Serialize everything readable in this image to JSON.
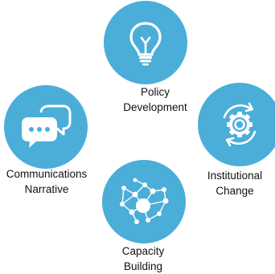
{
  "colors": {
    "circle": "#4aaed9",
    "icon": "#ffffff",
    "text": "#111111"
  },
  "nodes": [
    {
      "id": "policy",
      "icon": "lightbulb-icon",
      "label_lines": [
        "Policy",
        "Development"
      ]
    },
    {
      "id": "comms",
      "icon": "chat-bubbles-icon",
      "label_lines": [
        "Communications",
        "Narrative"
      ]
    },
    {
      "id": "institutional",
      "icon": "gear-cycle-icon",
      "label_lines": [
        "Institutional",
        "Change"
      ]
    },
    {
      "id": "capacity",
      "icon": "network-icon",
      "label_lines": [
        "Capacity",
        "Building"
      ]
    }
  ]
}
